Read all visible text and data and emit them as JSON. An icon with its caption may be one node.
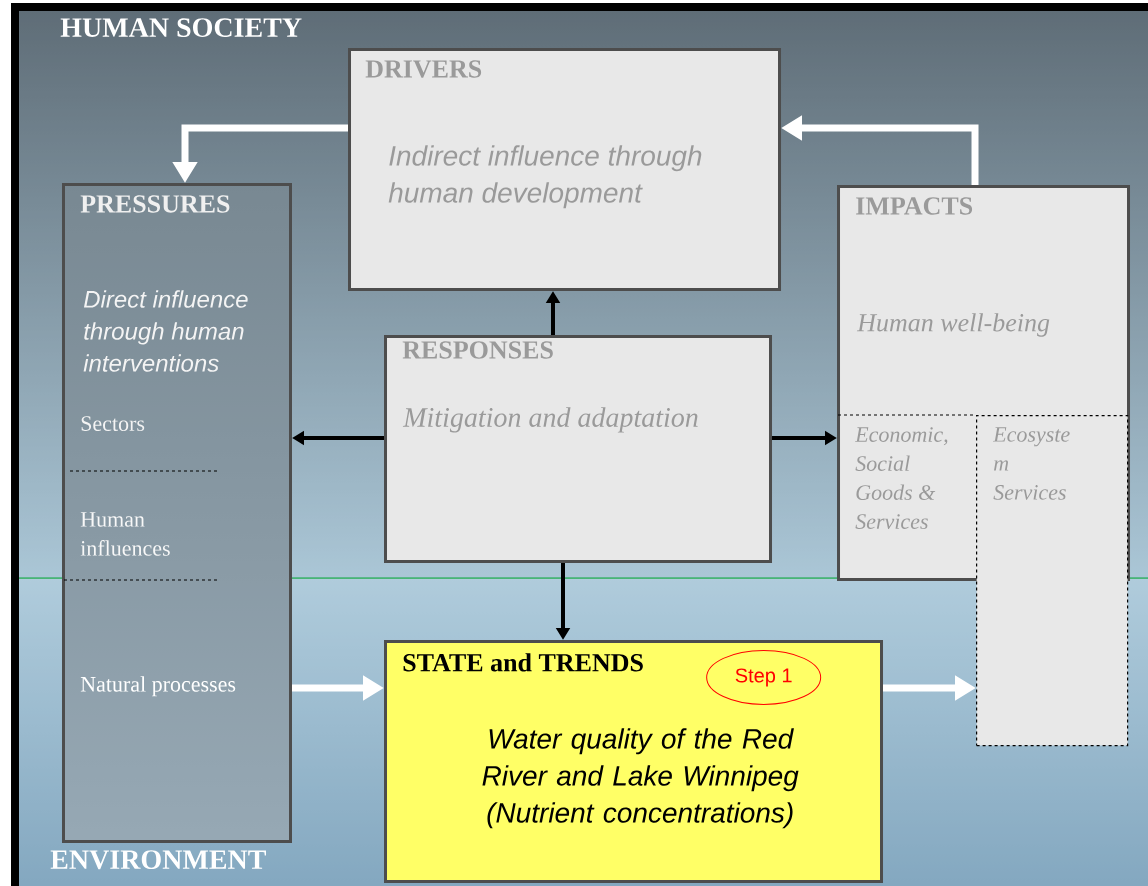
{
  "diagram": {
    "nodes": [
      {
        "text": [
          "DRIVERS",
          "Indirect influence through human development"
        ]
      },
      {
        "text": [
          "PRESSURES",
          "Direct influence through human interventions",
          "Sectors",
          "Human influences",
          "Natural processes"
        ]
      },
      {
        "text": [
          "IMPACTS",
          "Human well-being",
          "Economic, Social Goods & Services"
        ]
      },
      {
        "text": [
          "Ecosyste m Services"
        ]
      },
      {
        "text": [
          "RESPONSES",
          "Mitigation and adaptation"
        ]
      },
      {
        "text": [
          "STATE and TRENDS",
          "Water quality of the Red River and Lake Winnipeg (Nutrient concentrations)"
        ]
      },
      {
        "text": [
          "Step 1"
        ],
        "in": 5
      }
    ],
    "edges": [
      {
        "from": 0,
        "to": 1,
        "arrow": "to",
        "color": "#ffffff"
      },
      {
        "from": 2,
        "to": 0,
        "arrow": "to",
        "color": "#ffffff"
      },
      {
        "from": 4,
        "to": 0,
        "arrow": "to",
        "color": "#000000"
      },
      {
        "from": 4,
        "to": 1,
        "arrow": "to",
        "color": "#000000"
      },
      {
        "from": 4,
        "to": 2,
        "arrow": "to",
        "color": "#000000"
      },
      {
        "from": 4,
        "to": 5,
        "arrow": "to",
        "color": "#000000"
      },
      {
        "from": 1,
        "to": 5,
        "arrow": "to",
        "color": "#ffffff"
      },
      {
        "from": 5,
        "to": 3,
        "arrow": "to",
        "color": "#ffffff"
      }
    ],
    "labels": [
      "HUMAN SOCIETY",
      "ENVIRONMENT"
    ]
  }
}
